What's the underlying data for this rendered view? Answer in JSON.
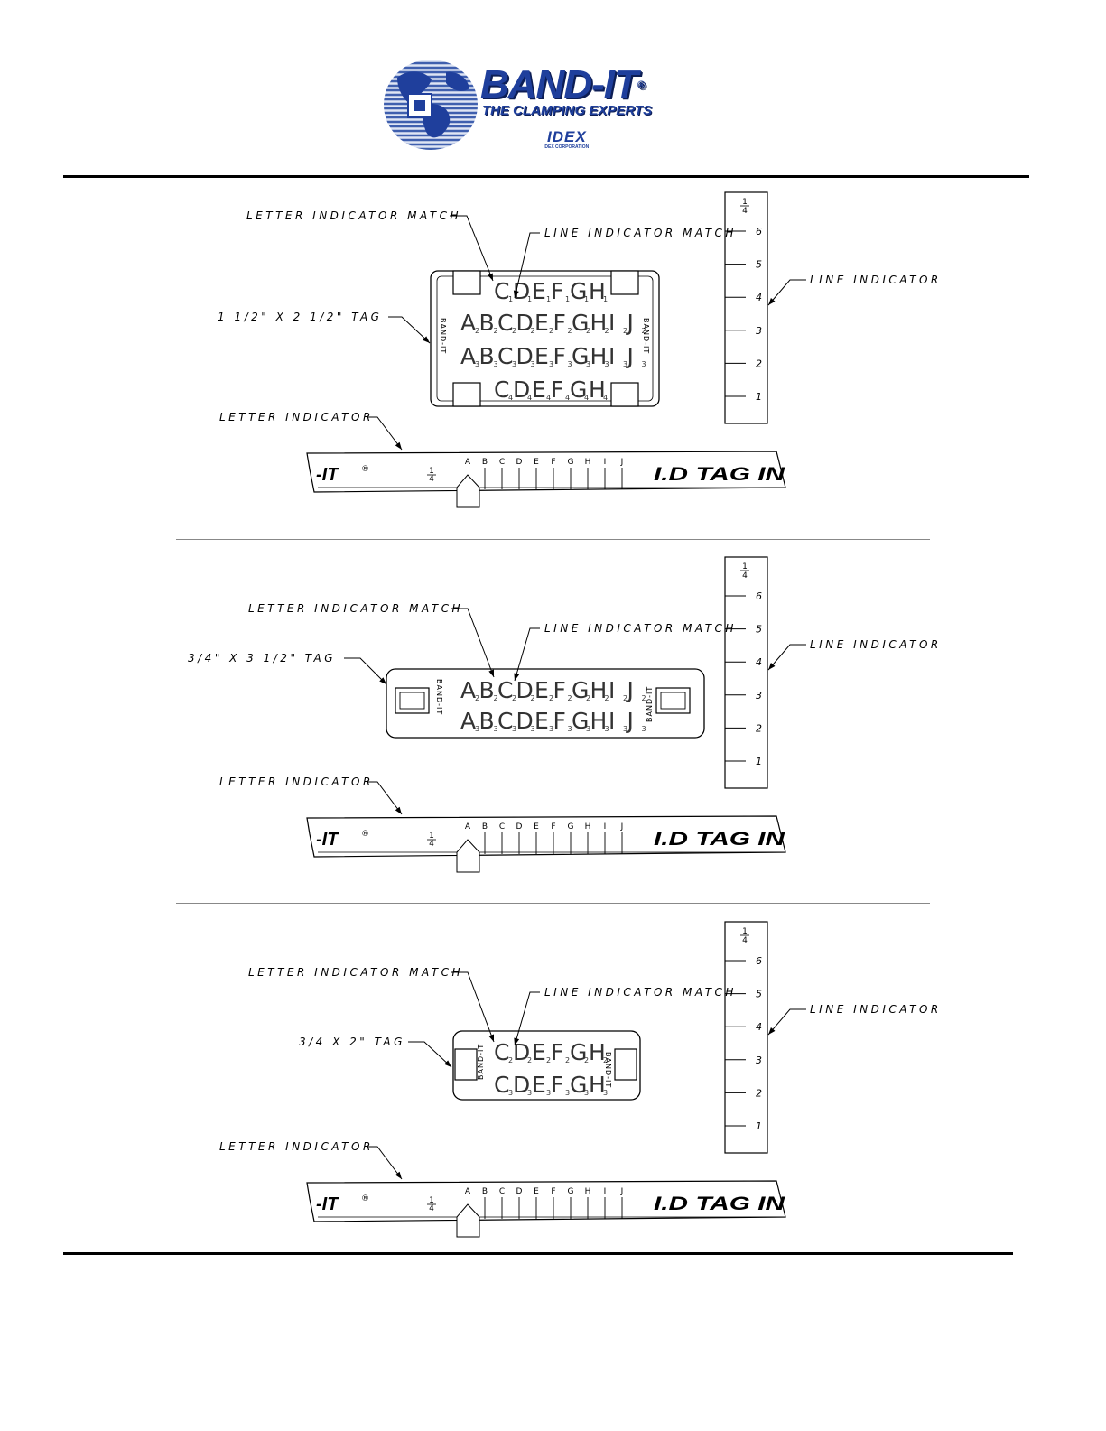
{
  "header": {
    "brand": "BAND-IT",
    "registered": "®",
    "tagline": "THE CLAMPING EXPERTS",
    "parent": "IDEX",
    "parent_sub": "IDEX CORPORATION"
  },
  "colors": {
    "brand_blue": "#1f3f9c",
    "brand_dark": "#0d1e55",
    "globe": "#3f5fae"
  },
  "icons": {
    "logo": "globe-logo-icon"
  },
  "diagrams": [
    {
      "tag_label": "1 1/2\" X 2 1/2\" TAG",
      "letter_match_label": "LETTER INDICATOR MATCH",
      "line_match_label": "LINE INDICATOR MATCH",
      "line_indicator_label": "LINE INDICATOR",
      "letter_indicator_label": "LETTER INDICATOR",
      "tag_side_text": "BAND-IT",
      "tag_rows": [
        {
          "letters": [
            "C",
            "D",
            "E",
            "F",
            "G",
            "H"
          ],
          "sub": "1"
        },
        {
          "letters": [
            "A",
            "B",
            "C",
            "D",
            "E",
            "F",
            "G",
            "H",
            "I",
            "J"
          ],
          "sub": "2"
        },
        {
          "letters": [
            "A",
            "B",
            "C",
            "D",
            "E",
            "F",
            "G",
            "H",
            "I",
            "J"
          ],
          "sub": "3"
        },
        {
          "letters": [
            "C",
            "D",
            "E",
            "F",
            "G",
            "H"
          ],
          "sub": "4"
        }
      ],
      "ruler_fraction": {
        "top": "1",
        "bottom": "4"
      },
      "ruler_numbers": [
        "6",
        "5",
        "4",
        "3",
        "2",
        "1"
      ],
      "band_letters": [
        "A",
        "B",
        "C",
        "D",
        "E",
        "F",
        "G",
        "H",
        "I",
        "J"
      ],
      "band_fraction": {
        "top": "1",
        "bottom": "4"
      },
      "band_left_text": "-IT",
      "band_right_text": "I.D TAG IN"
    },
    {
      "tag_label": "3/4\" X 3 1/2\" TAG",
      "letter_match_label": "LETTER INDICATOR MATCH",
      "line_match_label": "LINE INDICATOR MATCH",
      "line_indicator_label": "LINE INDICATOR",
      "letter_indicator_label": "LETTER INDICATOR",
      "tag_side_text": "BAND-IT",
      "tag_rows": [
        {
          "letters": [
            "A",
            "B",
            "C",
            "D",
            "E",
            "F",
            "G",
            "H",
            "I",
            "J"
          ],
          "sub": "2"
        },
        {
          "letters": [
            "A",
            "B",
            "C",
            "D",
            "E",
            "F",
            "G",
            "H",
            "I",
            "J"
          ],
          "sub": "3"
        }
      ],
      "ruler_fraction": {
        "top": "1",
        "bottom": "4"
      },
      "ruler_numbers": [
        "6",
        "5",
        "4",
        "3",
        "2",
        "1"
      ],
      "band_letters": [
        "A",
        "B",
        "C",
        "D",
        "E",
        "F",
        "G",
        "H",
        "I",
        "J"
      ],
      "band_fraction": {
        "top": "1",
        "bottom": "4"
      },
      "band_left_text": "-IT",
      "band_right_text": "I.D TAG IN"
    },
    {
      "tag_label": "3/4 X 2\" TAG",
      "letter_match_label": "LETTER INDICATOR MATCH",
      "line_match_label": "LINE INDICATOR MATCH",
      "line_indicator_label": "LINE INDICATOR",
      "letter_indicator_label": "LETTER INDICATOR",
      "tag_side_text": "BAND-IT",
      "tag_rows": [
        {
          "letters": [
            "C",
            "D",
            "E",
            "F",
            "G",
            "H"
          ],
          "sub": "2"
        },
        {
          "letters": [
            "C",
            "D",
            "E",
            "F",
            "G",
            "H"
          ],
          "sub": "3"
        }
      ],
      "ruler_fraction": {
        "top": "1",
        "bottom": "4"
      },
      "ruler_numbers": [
        "6",
        "5",
        "4",
        "3",
        "2",
        "1"
      ],
      "band_letters": [
        "A",
        "B",
        "C",
        "D",
        "E",
        "F",
        "G",
        "H",
        "I",
        "J"
      ],
      "band_fraction": {
        "top": "1",
        "bottom": "4"
      },
      "band_left_text": "-IT",
      "band_right_text": "I.D TAG IN"
    }
  ]
}
